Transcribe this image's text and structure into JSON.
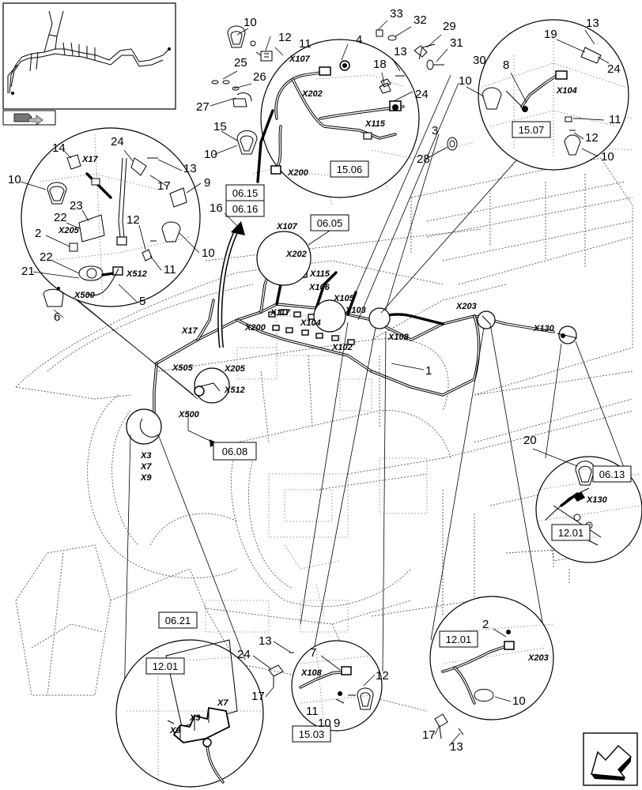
{
  "callouts": {
    "c10a": "10",
    "c12a": "12",
    "c11a": "11",
    "c4": "4",
    "c25": "25",
    "c26": "26",
    "c27": "27",
    "c15": "15",
    "c10b": "10",
    "c33": "33",
    "c32": "32",
    "c29": "29",
    "c31": "31",
    "c13a": "13",
    "c18": "18",
    "c24a": "24",
    "c30": "30",
    "c3": "3",
    "c28": "28",
    "c13b": "13",
    "c19": "19",
    "c24b": "24",
    "c8": "8",
    "c10c": "10",
    "c11b": "11",
    "c12b": "12",
    "c10d": "10",
    "c14": "14",
    "c10e": "10",
    "c23": "23",
    "c22a": "22",
    "c2a": "2",
    "c22b": "22",
    "c21": "21",
    "c6": "6",
    "c5": "5",
    "c24c": "24",
    "c13c": "13",
    "c17a": "17",
    "c9": "9",
    "c12c": "12",
    "c10f": "10",
    "c11c": "11",
    "c16": "16",
    "c1": "1",
    "c20": "20",
    "c2b": "2",
    "c10g": "10",
    "c17b": "17",
    "c13d": "13",
    "c13e": "13",
    "c24d": "24",
    "c17c": "17",
    "c7": "7",
    "c12d": "12",
    "c11d": "11",
    "c10h": "10",
    "c9b": "9"
  },
  "connectors": {
    "x107a": "X107",
    "x202a": "X202",
    "x115a": "X115",
    "x200a": "X200",
    "x104a": "X104",
    "x17a": "X17",
    "x205a": "X205",
    "x512a": "X512",
    "x500a": "X500",
    "x107b": "X107",
    "x202b": "X202",
    "x115b": "X115",
    "x106": "X106",
    "x105": "X105",
    "x117": "X117",
    "x104b": "X104",
    "x103": "X103",
    "x102": "X102",
    "x108a": "X108",
    "x200b": "X200",
    "x17b": "X17",
    "x505": "X505",
    "x205b": "X205",
    "x512b": "X512",
    "x500b": "X500",
    "x203a": "X203",
    "x130a": "X130",
    "x3a": "X3",
    "x7a": "X7",
    "x9a": "X9",
    "x130b": "X130",
    "x203b": "X203",
    "x108b": "X108",
    "x3b": "X3",
    "x7b": "X7",
    "x9b": "X9"
  },
  "refs": {
    "r1506": "15.06",
    "r1507": "15.07",
    "r0615": "06.15",
    "r0616": "06.16",
    "r0605": "06.05",
    "r0608": "06.08",
    "r0613": "06.13",
    "r1201a": "12.01",
    "r0621": "06.21",
    "r1201b": "12.01",
    "r1201c": "12.01",
    "r1503": "15.03"
  }
}
